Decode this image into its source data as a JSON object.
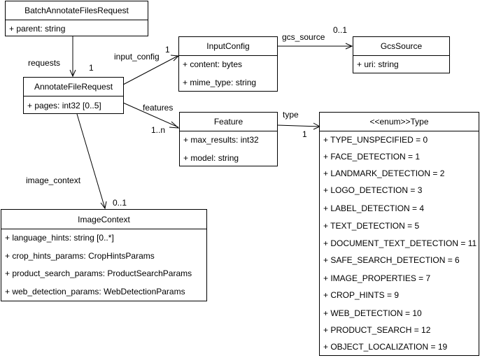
{
  "classes": {
    "batch": {
      "title": "BatchAnnotateFilesRequest",
      "attrs": [
        "+ parent: string"
      ]
    },
    "annotate": {
      "title": "AnnotateFileRequest",
      "attrs": [
        "+ pages: int32 [0..5]"
      ]
    },
    "inputconfig": {
      "title": "InputConfig",
      "attrs": [
        "+ content: bytes",
        "+ mime_type: string"
      ]
    },
    "gcssource": {
      "title": "GcsSource",
      "attrs": [
        "+ uri: string"
      ]
    },
    "feature": {
      "title": "Feature",
      "attrs": [
        "+ max_results: int32",
        "+ model: string"
      ]
    },
    "imagecontext": {
      "title": "ImageContext",
      "attrs": [
        "+ language_hints: string [0..*]",
        "+ crop_hints_params: CropHintsParams",
        "+ product_search_params: ProductSearchParams",
        "+ web_detection_params: WebDetectionParams"
      ]
    },
    "type": {
      "title": "<<enum>>Type",
      "attrs": [
        "+ TYPE_UNSPECIFIED = 0",
        "+ FACE_DETECTION = 1",
        "+ LANDMARK_DETECTION = 2",
        "+ LOGO_DETECTION = 3",
        "+ LABEL_DETECTION = 4",
        "+ TEXT_DETECTION = 5",
        "+ DOCUMENT_TEXT_DETECTION = 11",
        "+ SAFE_SEARCH_DETECTION = 6",
        "+ IMAGE_PROPERTIES = 7",
        "+ CROP_HINTS = 9",
        "+ WEB_DETECTION = 10",
        "+ PRODUCT_SEARCH = 12",
        "+ OBJECT_LOCALIZATION = 19"
      ]
    }
  },
  "edges": {
    "requests": {
      "label": "requests",
      "multiplicity": "1"
    },
    "input_config": {
      "label": "input_config",
      "multiplicity": "1"
    },
    "gcs_source": {
      "label": "gcs_source",
      "multiplicity": "0..1"
    },
    "features": {
      "label": "features",
      "multiplicity": "1..n"
    },
    "type": {
      "label": "type",
      "multiplicity": "1"
    },
    "image_context": {
      "label": "image_context",
      "multiplicity": "0..1"
    }
  }
}
